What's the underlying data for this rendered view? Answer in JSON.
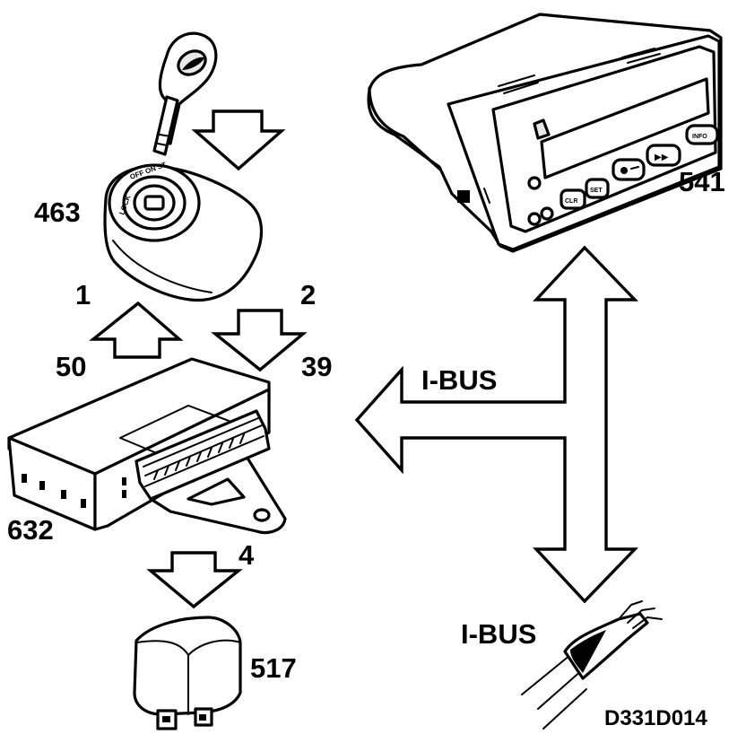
{
  "labels": {
    "ignition_switch": "463",
    "display_unit": "541",
    "control_module": "632",
    "relay": "517",
    "terminal_1": "1",
    "terminal_2": "2",
    "terminal_50": "50",
    "terminal_39": "39",
    "terminal_4": "4",
    "bus_upper": "I-BUS",
    "bus_lower": "I-BUS",
    "drawing_code": "D331D014"
  },
  "display_buttons": {
    "clr": "CLR",
    "set": "SET",
    "info": "INFO",
    "forward": "▶▶"
  },
  "ignition_positions": [
    "LOCK",
    "OFF",
    "ON",
    "ST"
  ]
}
